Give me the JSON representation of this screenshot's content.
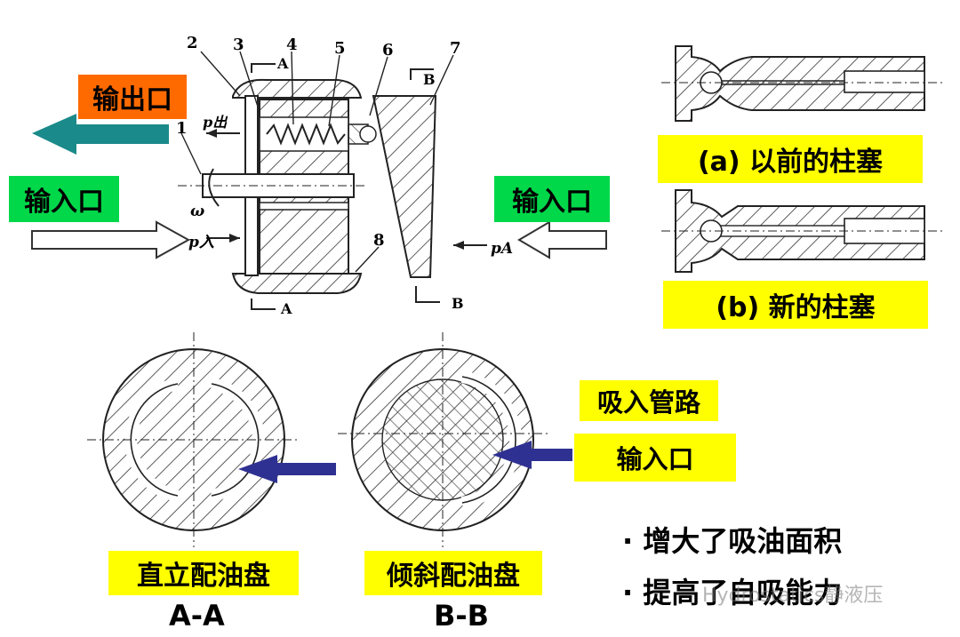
{
  "labels": {
    "outlet": "输出口",
    "inlet_left": "输入口",
    "inlet_right": "输入口",
    "plunger_old": "(a) 以前的柱塞",
    "plunger_new": "(b) 新的柱塞",
    "suction_pipe": "吸入管路",
    "inlet_port": "输入口",
    "plate_straight": "直立配油盘",
    "plate_inclined": "倾斜配油盘",
    "section_aa": "A-A",
    "section_bb": "B-B"
  },
  "bullets": [
    "增大了吸油面积",
    "提高了自吸能力"
  ],
  "diagram_text": {
    "part_numbers": [
      "1",
      "2",
      "3",
      "4",
      "5",
      "6",
      "7",
      "8"
    ],
    "section_a_top": "A",
    "section_a_bottom": "A",
    "section_b_top": "B",
    "section_b_bottom": "B",
    "p_out": "p出",
    "p_in": "p入",
    "p_a": "pA",
    "omega": "ω"
  },
  "watermark": "Hydrostatics静液压",
  "colors": {
    "yellow": "#ffff00",
    "green": "#00d84a",
    "orange": "#ff6a00",
    "teal_arrow": "#1b8a8a",
    "navy_arrow": "#2f3192"
  }
}
